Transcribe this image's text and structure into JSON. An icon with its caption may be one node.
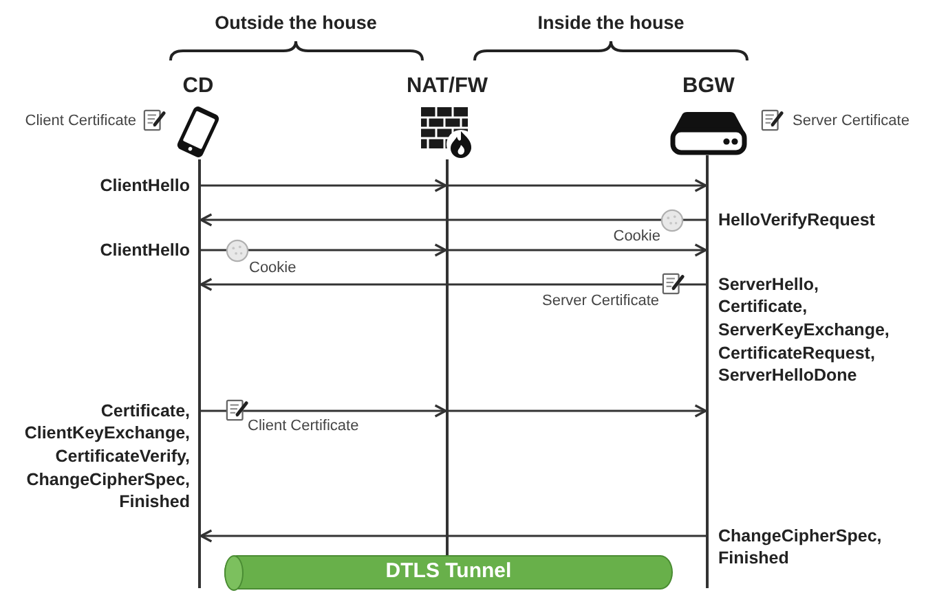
{
  "diagram": {
    "nodes": [
      {
        "text": [
          "CD"
        ],
        "beside": [
          "Client Certificate"
        ]
      },
      {
        "text": [
          "NAT/FW"
        ]
      },
      {
        "text": [
          "BGW"
        ],
        "beside": [
          "Server Certificate"
        ]
      },
      {
        "text": [],
        "shape": "line"
      },
      {
        "text": [],
        "shape": "line"
      },
      {
        "text": [],
        "shape": "line"
      },
      {
        "text": [
          "DTLS Tunnel"
        ]
      }
    ],
    "edges": [
      {
        "from": 3,
        "to": 4,
        "arrow": "to",
        "label": "ClientHello"
      },
      {
        "from": 4,
        "to": 5,
        "arrow": "to"
      },
      {
        "from": 5,
        "to": 3,
        "arrow": "to",
        "label": "HelloVerifyRequest"
      },
      {
        "from": 3,
        "to": 4,
        "arrow": "to",
        "label": "ClientHello"
      },
      {
        "from": 4,
        "to": 5,
        "arrow": "to"
      },
      {
        "from": 5,
        "to": 3,
        "arrow": "to",
        "label": "ServerHello, Certificate, ServerKeyExchange, CertificateRequest, ServerHelloDone"
      },
      {
        "from": 3,
        "to": 4,
        "arrow": "to",
        "label": "Certificate, ClientKeyExchange, CertificateVerify, ChangeCipherSpec, Finished"
      },
      {
        "from": 4,
        "to": 5,
        "arrow": "to"
      },
      {
        "from": 5,
        "to": 3,
        "arrow": "to",
        "label": "ChangeCipherSpec, Finished"
      }
    ],
    "labels": [
      "Outside the house",
      "Inside the house",
      "Cookie",
      "Cookie",
      "Server Certificate",
      "Client Certificate"
    ]
  }
}
